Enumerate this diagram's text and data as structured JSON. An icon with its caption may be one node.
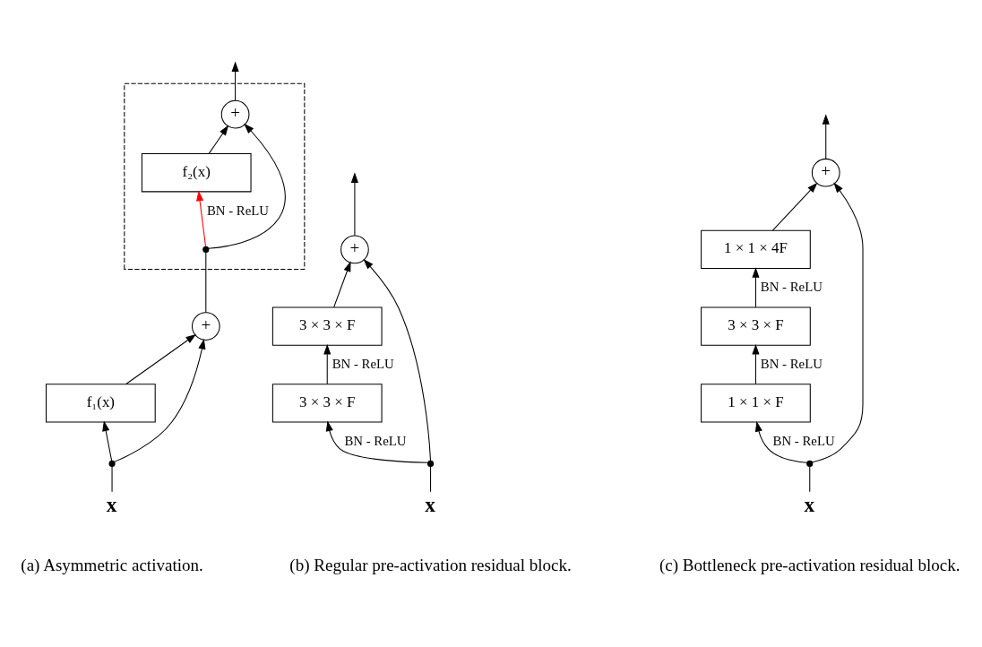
{
  "diagram": {
    "nodes": [
      {
        "text": [],
        "shape": "box"
      },
      {
        "text": [
          "x"
        ]
      },
      {
        "text": [],
        "shape": "dot"
      },
      {
        "text": [
          "f₁(x)"
        ]
      },
      {
        "text": [
          "+"
        ]
      },
      {
        "text": [],
        "shape": "dot",
        "in": 0
      },
      {
        "text": [
          "f₂(x)"
        ],
        "in": 0
      },
      {
        "text": [
          "+"
        ],
        "in": 0
      },
      {
        "text": [
          "x"
        ]
      },
      {
        "text": [],
        "shape": "dot"
      },
      {
        "text": [
          "3 × 3 × F"
        ]
      },
      {
        "text": [
          "3 × 3 × F"
        ]
      },
      {
        "text": [
          "+"
        ]
      },
      {
        "text": [
          "x"
        ]
      },
      {
        "text": [],
        "shape": "dot"
      },
      {
        "text": [
          "1 × 1 × F"
        ]
      },
      {
        "text": [
          "3 × 3 × F"
        ]
      },
      {
        "text": [
          "1 × 1 × 4F"
        ]
      },
      {
        "text": [
          "+"
        ]
      }
    ],
    "edges": [
      {
        "from": 1,
        "to": 2,
        "arrow": "none"
      },
      {
        "from": 2,
        "to": 3,
        "arrow": "to"
      },
      {
        "from": 3,
        "to": 4,
        "arrow": "to"
      },
      {
        "from": 2,
        "to": 4,
        "arrow": "to"
      },
      {
        "from": 4,
        "to": 5,
        "arrow": "none"
      },
      {
        "from": 5,
        "to": 6,
        "arrow": "to",
        "label": "BN - ReLU",
        "color": "#ff0000"
      },
      {
        "from": 6,
        "to": 7,
        "arrow": "to"
      },
      {
        "from": 5,
        "to": 7,
        "arrow": "to"
      },
      {
        "from": 7,
        "to": null,
        "arrow": "to"
      },
      {
        "from": 8,
        "to": 9,
        "arrow": "none"
      },
      {
        "from": 9,
        "to": 10,
        "arrow": "to",
        "label": "BN - ReLU"
      },
      {
        "from": 10,
        "to": 11,
        "arrow": "to",
        "label": "BN - ReLU"
      },
      {
        "from": 11,
        "to": 12,
        "arrow": "to"
      },
      {
        "from": 9,
        "to": 12,
        "arrow": "to"
      },
      {
        "from": 12,
        "to": null,
        "arrow": "to"
      },
      {
        "from": 13,
        "to": 14,
        "arrow": "none"
      },
      {
        "from": 14,
        "to": 15,
        "arrow": "to",
        "label": "BN - ReLU"
      },
      {
        "from": 15,
        "to": 16,
        "arrow": "to",
        "label": "BN - ReLU"
      },
      {
        "from": 16,
        "to": 17,
        "arrow": "to",
        "label": "BN - ReLU"
      },
      {
        "from": 17,
        "to": 18,
        "arrow": "to"
      },
      {
        "from": 14,
        "to": 18,
        "arrow": "to"
      },
      {
        "from": 18,
        "to": null,
        "arrow": "to"
      }
    ],
    "labels": [
      "(a) Asymmetric activation.",
      "(b) Regular pre-activation residual block.",
      "(c) Bottleneck pre-activation residual block."
    ]
  }
}
